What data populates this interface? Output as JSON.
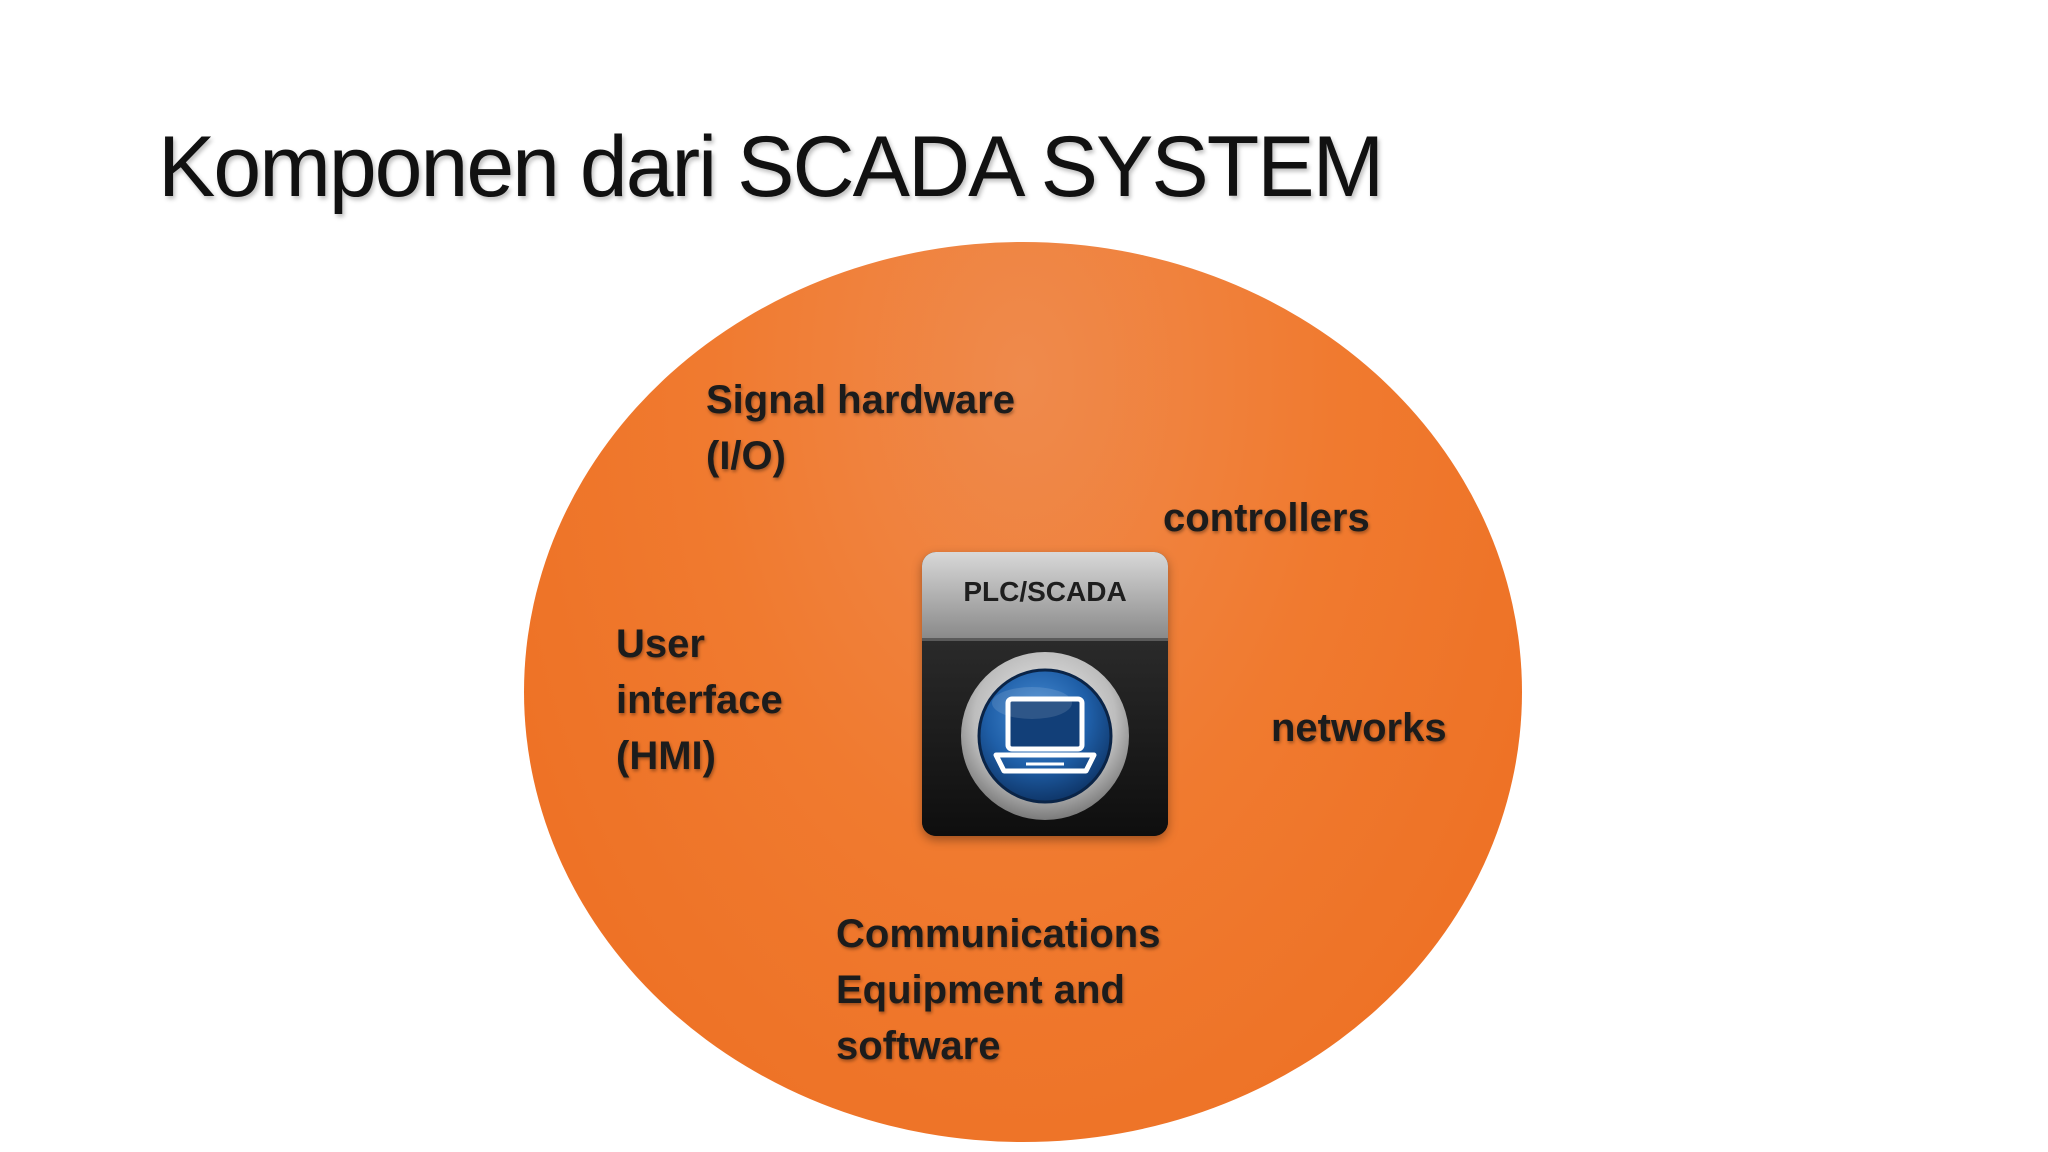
{
  "slide": {
    "title": "Komponen dari SCADA SYSTEM"
  },
  "diagram": {
    "center_icon": {
      "label": "PLC/SCADA",
      "icon": "laptop-icon"
    },
    "components": {
      "signal_hardware": [
        "Signal hardware",
        "(I/O)"
      ],
      "controllers": [
        "controllers"
      ],
      "user_interface": [
        "User",
        "interface",
        "(HMI)"
      ],
      "networks": [
        "networks"
      ],
      "communications": [
        "Communications",
        "Equipment and",
        "software"
      ]
    },
    "colors": {
      "circle": "#f07a2f",
      "text": "#1c1c1c",
      "icon_ring": "#1f5fa8"
    }
  }
}
